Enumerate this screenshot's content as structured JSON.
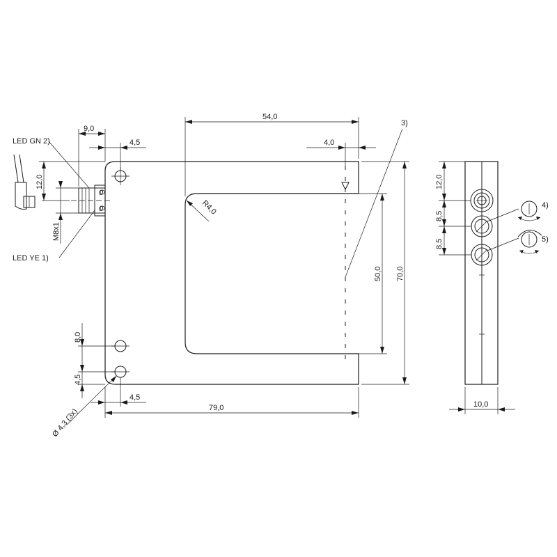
{
  "labels": {
    "led_gn": "LED GN 2)",
    "led_ye": "LED YE 1)",
    "thread": "M8x1",
    "radius": "R4,0",
    "hole": "Ø 4,3 (3x)",
    "note3": "3)",
    "note4": "4)",
    "note5": "5)",
    "zero_top": "0",
    "zero_bottom": "0"
  },
  "dimensions": {
    "d_9_0": "9,0",
    "d_4_5_top": "4,5",
    "d_54_0": "54,0",
    "d_4_0": "4,0",
    "d_12_0_left": "12,0",
    "d_50_0": "50,0",
    "d_70_0": "70,0",
    "d_8_0": "8,0",
    "d_4_5_left": "4,5",
    "d_4_5_bottom": "4,5",
    "d_79_0": "79,0",
    "d_12_0_right": "12,0",
    "d_8_5_a": "8,5",
    "d_8_5_b": "8,5",
    "d_10_0": "10,0"
  }
}
